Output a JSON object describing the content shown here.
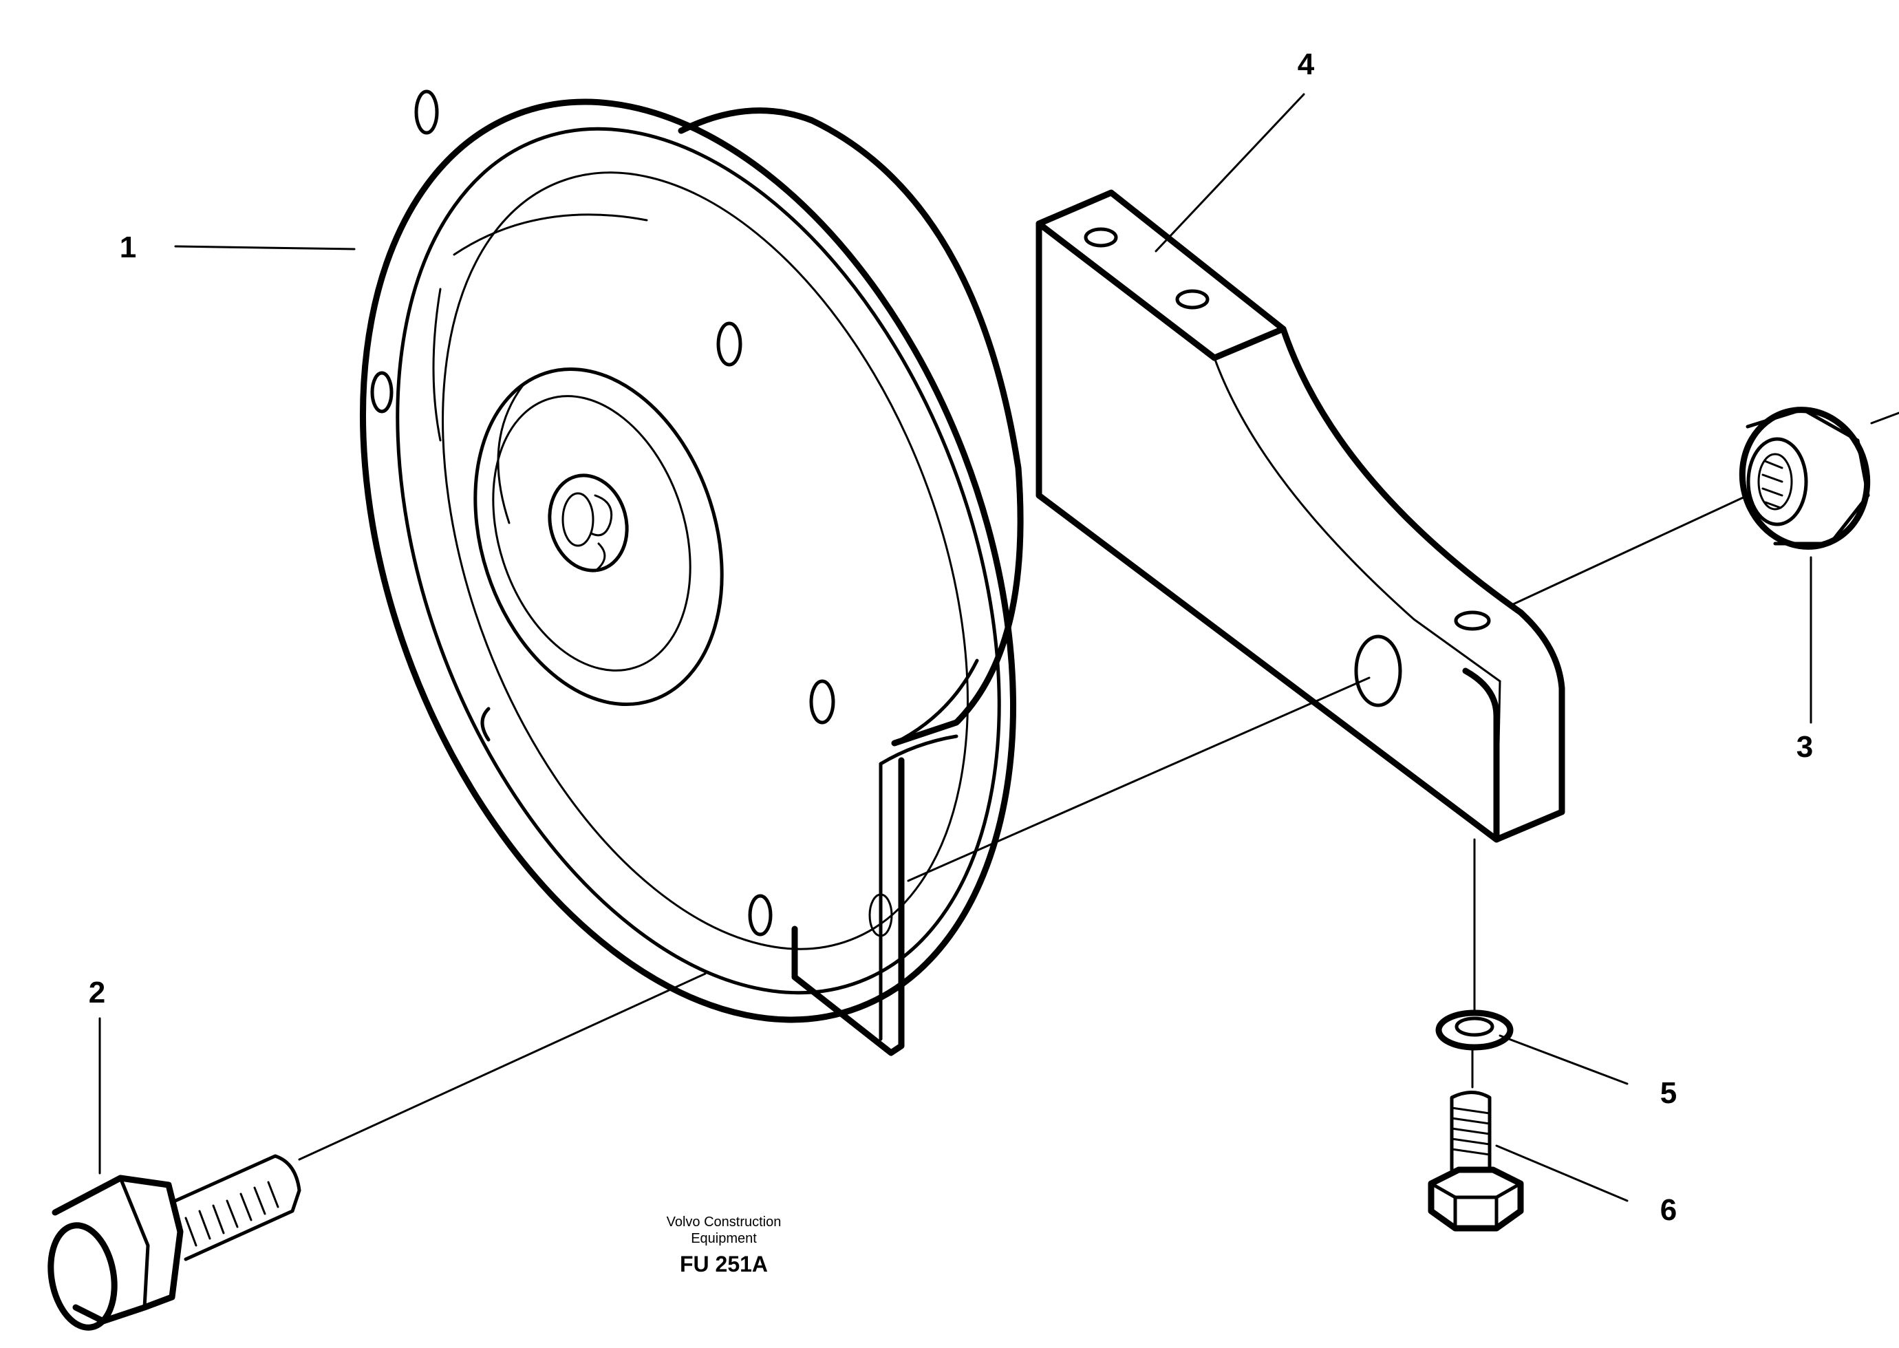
{
  "diagram": {
    "callouts": [
      {
        "number": "1",
        "part": "horn"
      },
      {
        "number": "2",
        "part": "screw"
      },
      {
        "number": "3",
        "part": "nut"
      },
      {
        "number": "4",
        "part": "bracket"
      },
      {
        "number": "5",
        "part": "washer"
      },
      {
        "number": "6",
        "part": "screw"
      }
    ]
  },
  "caption": {
    "line1": "Volvo Construction",
    "line2": "Equipment",
    "code": "FU 251A"
  }
}
